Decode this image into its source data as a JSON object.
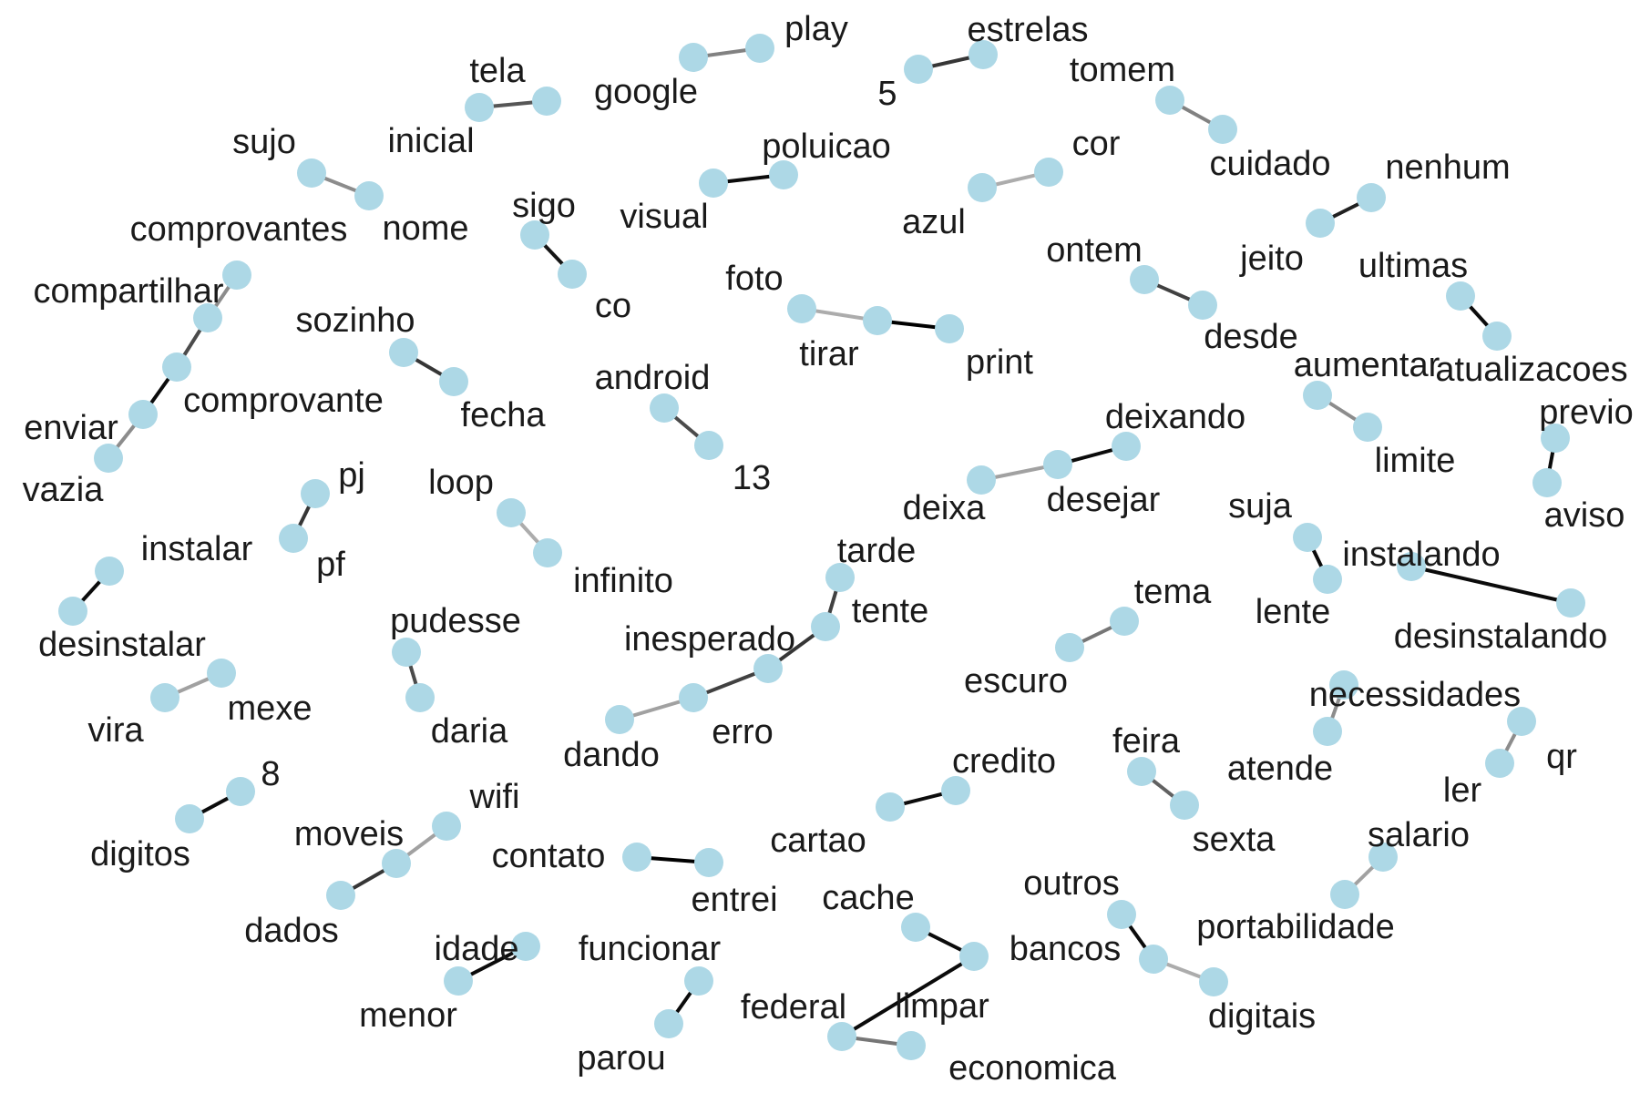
{
  "colors": {
    "node": "#add8e6",
    "label": "#1a1a1a",
    "background": "#ffffff"
  },
  "chart_data": {
    "type": "network",
    "title": "",
    "note": "word co-occurrence bigram graph; edge shade indicates weight (0 = light grey, 1 = black)",
    "nodes": [
      "tela",
      "inicial",
      "google",
      "play",
      "5",
      "estrelas",
      "tomem",
      "cuidado",
      "sujo",
      "nome",
      "visual",
      "poluicao",
      "azul",
      "cor",
      "jeito",
      "nenhum",
      "sigo",
      "co",
      "comprovantes",
      "compartilhar",
      "comprovante",
      "enviar",
      "vazia",
      "foto",
      "tirar",
      "print",
      "ontem",
      "desde",
      "ultimas",
      "atualizacoes",
      "sozinho",
      "fecha",
      "android",
      "13",
      "aumentar",
      "limite",
      "previo",
      "aviso",
      "deixa",
      "desejar",
      "deixando",
      "pj",
      "pf",
      "loop",
      "infinito",
      "instalar",
      "desinstalar",
      "suja",
      "lente",
      "instalando",
      "desinstalando",
      "tarde",
      "tente",
      "inesperado",
      "erro",
      "dando",
      "pudesse",
      "daria",
      "tema",
      "escuro",
      "vira",
      "mexe",
      "necessidades",
      "atende",
      "qr",
      "ler",
      "8",
      "digitos",
      "wifi",
      "moveis",
      "dados",
      "credito",
      "cartao",
      "feira",
      "sexta",
      "contato",
      "entrei",
      "salario",
      "portabilidade",
      "cache",
      "limpar",
      "outros",
      "bancos",
      "digitais",
      "idade",
      "menor",
      "funcionar",
      "parou",
      "federal",
      "economica"
    ],
    "edges": [
      {
        "from": "inicial",
        "to": "tela",
        "weight": 0.6
      },
      {
        "from": "google",
        "to": "play",
        "weight": 0.4
      },
      {
        "from": "5",
        "to": "estrelas",
        "weight": 0.75
      },
      {
        "from": "tomem",
        "to": "cuidado",
        "weight": 0.4
      },
      {
        "from": "sujo",
        "to": "nome",
        "weight": 0.35
      },
      {
        "from": "visual",
        "to": "poluicao",
        "weight": 0.95
      },
      {
        "from": "azul",
        "to": "cor",
        "weight": 0.2
      },
      {
        "from": "jeito",
        "to": "nenhum",
        "weight": 0.85
      },
      {
        "from": "sigo",
        "to": "co",
        "weight": 0.9
      },
      {
        "from": "compartilhar",
        "to": "comprovantes",
        "weight": 0.35
      },
      {
        "from": "comprovante",
        "to": "compartilhar",
        "weight": 0.65
      },
      {
        "from": "enviar",
        "to": "comprovante",
        "weight": 0.95
      },
      {
        "from": "vazia",
        "to": "enviar",
        "weight": 0.35
      },
      {
        "from": "foto",
        "to": "tirar",
        "weight": 0.2
      },
      {
        "from": "tirar",
        "to": "print",
        "weight": 1.0
      },
      {
        "from": "ontem",
        "to": "desde",
        "weight": 0.7
      },
      {
        "from": "ultimas",
        "to": "atualizacoes",
        "weight": 0.95
      },
      {
        "from": "sozinho",
        "to": "fecha",
        "weight": 0.75
      },
      {
        "from": "android",
        "to": "13",
        "weight": 0.65
      },
      {
        "from": "aumentar",
        "to": "limite",
        "weight": 0.35
      },
      {
        "from": "previo",
        "to": "aviso",
        "weight": 0.95
      },
      {
        "from": "deixa",
        "to": "desejar",
        "weight": 0.25
      },
      {
        "from": "desejar",
        "to": "deixando",
        "weight": 0.95
      },
      {
        "from": "pf",
        "to": "pj",
        "weight": 0.75
      },
      {
        "from": "loop",
        "to": "infinito",
        "weight": 0.2
      },
      {
        "from": "desinstalar",
        "to": "instalar",
        "weight": 0.95
      },
      {
        "from": "suja",
        "to": "lente",
        "weight": 0.95
      },
      {
        "from": "instalando",
        "to": "desinstalando",
        "weight": 0.95
      },
      {
        "from": "dando",
        "to": "erro",
        "weight": 0.25
      },
      {
        "from": "erro",
        "to": "inesperado",
        "weight": 0.7
      },
      {
        "from": "inesperado",
        "to": "tente",
        "weight": 0.75
      },
      {
        "from": "tente",
        "to": "tarde",
        "weight": 0.7
      },
      {
        "from": "pudesse",
        "to": "daria",
        "weight": 0.65
      },
      {
        "from": "escuro",
        "to": "tema",
        "weight": 0.45
      },
      {
        "from": "vira",
        "to": "mexe",
        "weight": 0.25
      },
      {
        "from": "atende",
        "to": "necessidades",
        "weight": 0.35
      },
      {
        "from": "ler",
        "to": "qr",
        "weight": 0.35
      },
      {
        "from": "digitos",
        "to": "8",
        "weight": 0.95
      },
      {
        "from": "moveis",
        "to": "wifi",
        "weight": 0.25
      },
      {
        "from": "dados",
        "to": "moveis",
        "weight": 0.75
      },
      {
        "from": "cartao",
        "to": "credito",
        "weight": 0.95
      },
      {
        "from": "feira",
        "to": "sexta",
        "weight": 0.55
      },
      {
        "from": "contato",
        "to": "entrei",
        "weight": 1.0
      },
      {
        "from": "portabilidade",
        "to": "salario",
        "weight": 0.25
      },
      {
        "from": "cache",
        "to": "limpar",
        "weight": 0.95
      },
      {
        "from": "limpar",
        "to": "federal",
        "weight": 0.95
      },
      {
        "from": "outros",
        "to": "bancos",
        "weight": 0.95
      },
      {
        "from": "bancos",
        "to": "digitais",
        "weight": 0.2
      },
      {
        "from": "menor",
        "to": "idade",
        "weight": 0.95
      },
      {
        "from": "parou",
        "to": "funcionar",
        "weight": 0.95
      },
      {
        "from": "federal",
        "to": "economica",
        "weight": 0.45
      }
    ]
  }
}
